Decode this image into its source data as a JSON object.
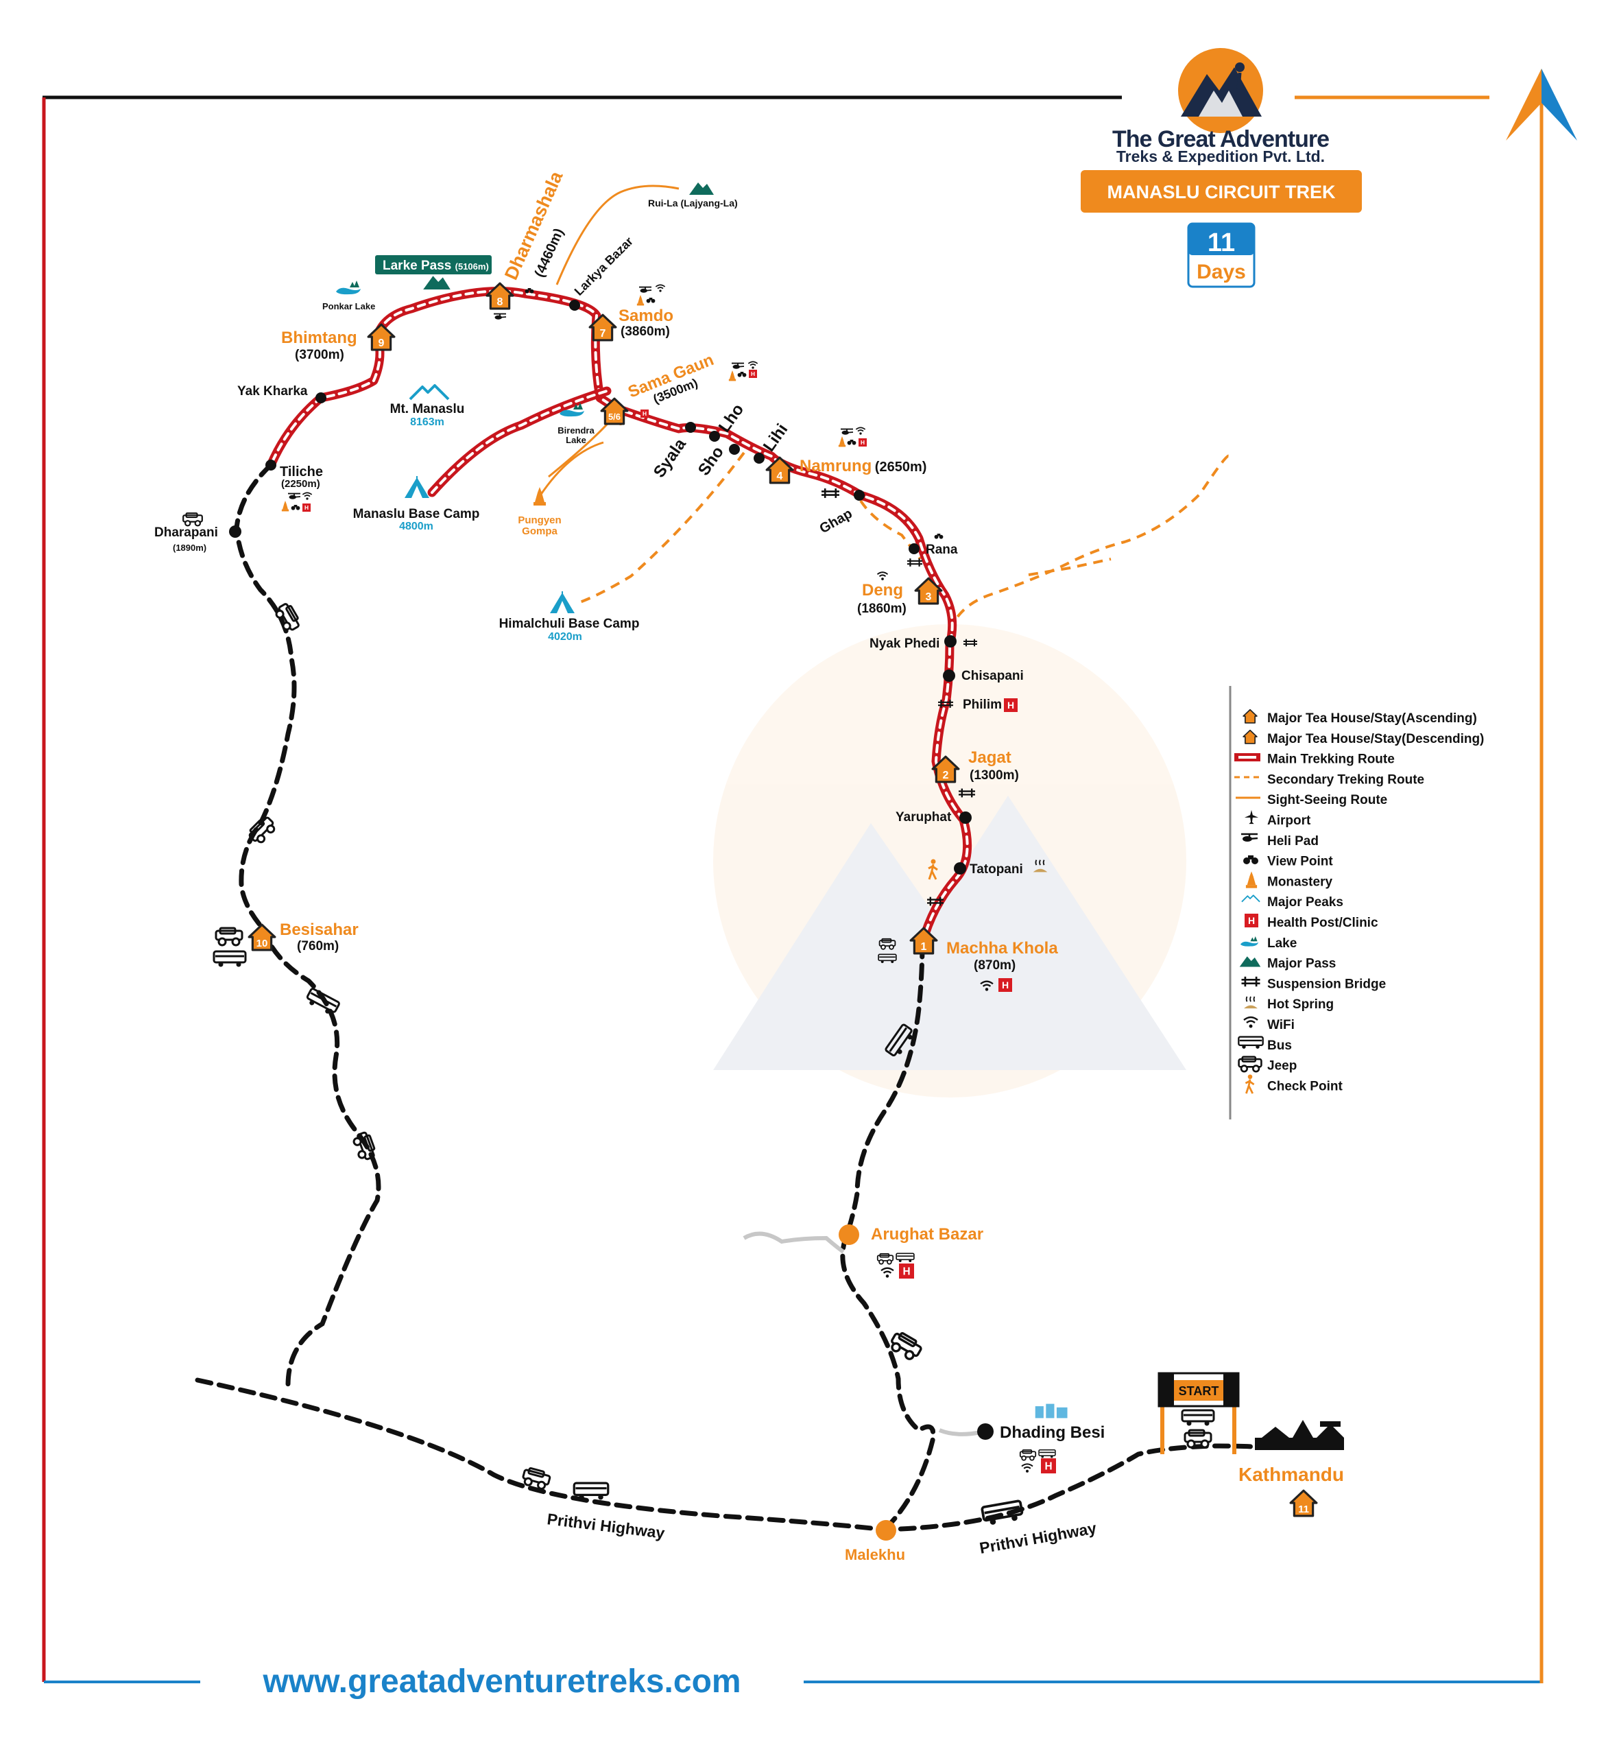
{
  "brand": {
    "company_line1": "The Great Adventure",
    "company_line2": "Treks & Expedition Pvt. Ltd.",
    "trek_title": "MANASLU CIRCUIT TREK",
    "days_number": "11",
    "days_label": "Days",
    "website": "www.greatadventuretreks.com",
    "colors": {
      "orange": "#ef8a1e",
      "red": "#c8161d",
      "blue": "#1a82c9",
      "teal": "#0f6b5c"
    }
  },
  "places": {
    "larke_pass": "Larke Pass",
    "larke_pass_alt": "(5106m)",
    "dharmashala": "Dharmashala",
    "dharmashala_alt": "(4460m)",
    "larkya_bazar": "Larkya Bazar",
    "rui_la": "Rui-La (Lajyang-La)",
    "ponkar_lake": "Ponkar Lake",
    "bhimtang": "Bhimtang",
    "bhimtang_alt": "(3700m)",
    "samdo": "Samdo",
    "samdo_alt": "(3860m)",
    "yak_kharka": "Yak Kharka",
    "mt_manaslu": "Mt. Manaslu",
    "mt_manaslu_alt": "8163m",
    "sama_gaun": "Sama Gaun",
    "sama_gaun_alt": "(3500m)",
    "birendra_lake_1": "Birendra",
    "birendra_lake_2": "Lake",
    "tiliche": "Tiliche",
    "tiliche_alt": "(2250m)",
    "syala": "Syala",
    "lho": "Lho",
    "sho": "Sho",
    "lihi": "Lihi",
    "namrung": "Namrung",
    "namrung_alt": "(2650m)",
    "manaslu_bc": "Manaslu Base Camp",
    "manaslu_bc_alt": "4800m",
    "dharapani": "Dharapani",
    "dharapani_alt": "(1890m)",
    "pungyen_1": "Pungyen",
    "pungyen_2": "Gompa",
    "ghap": "Ghap",
    "rana": "Rana",
    "deng": "Deng",
    "deng_alt": "(1860m)",
    "himalchuli_bc": "Himalchuli Base Camp",
    "himalchuli_bc_alt": "4020m",
    "nyak_phedi": "Nyak Phedi",
    "chisapani": "Chisapani",
    "philim": "Philim",
    "jagat": "Jagat",
    "jagat_alt": "(1300m)",
    "yaruphat": "Yaruphat",
    "tatopani": "Tatopani",
    "machha_khola": "Machha Khola",
    "machha_khola_alt": "(870m)",
    "besisahar": "Besisahar",
    "besisahar_alt": "(760m)",
    "arughat_bazar": "Arughat Bazar",
    "dhading_besi": "Dhading Besi",
    "kathmandu": "Kathmandu",
    "start": "START",
    "malekhu": "Malekhu",
    "prithvi_highway_1": "Prithvi Highway",
    "prithvi_highway_2": "Prithvi Highway"
  },
  "stops": {
    "s1": "1",
    "s2": "2",
    "s3": "3",
    "s4": "4",
    "s56": "5/6",
    "s7": "7",
    "s8": "8",
    "s9": "9",
    "s10": "10",
    "s11": "11"
  },
  "legend": {
    "items": [
      {
        "label": "Major Tea House/Stay(Ascending)",
        "icon": "teahouse-ascending-icon"
      },
      {
        "label": "Major Tea House/Stay(Descending)",
        "icon": "teahouse-descending-icon"
      },
      {
        "label": "Main Trekking Route",
        "icon": "main-route-icon"
      },
      {
        "label": "Secondary Treking Route",
        "icon": "secondary-route-icon"
      },
      {
        "label": "Sight-Seeing Route",
        "icon": "sightseeing-route-icon"
      },
      {
        "label": "Airport",
        "icon": "airport-icon"
      },
      {
        "label": "Heli Pad",
        "icon": "helipad-icon"
      },
      {
        "label": "View Point",
        "icon": "viewpoint-icon"
      },
      {
        "label": "Monastery",
        "icon": "monastery-icon"
      },
      {
        "label": "Major Peaks",
        "icon": "peak-icon"
      },
      {
        "label": "Health Post/Clinic",
        "icon": "health-post-icon"
      },
      {
        "label": "Lake",
        "icon": "lake-icon"
      },
      {
        "label": "Major Pass",
        "icon": "pass-icon"
      },
      {
        "label": "Suspension Bridge",
        "icon": "bridge-icon"
      },
      {
        "label": "Hot Spring",
        "icon": "hot-spring-icon"
      },
      {
        "label": "WiFi",
        "icon": "wifi-icon"
      },
      {
        "label": "Bus",
        "icon": "bus-icon"
      },
      {
        "label": "Jeep",
        "icon": "jeep-icon"
      },
      {
        "label": "Check Point",
        "icon": "check-point-icon"
      }
    ]
  }
}
